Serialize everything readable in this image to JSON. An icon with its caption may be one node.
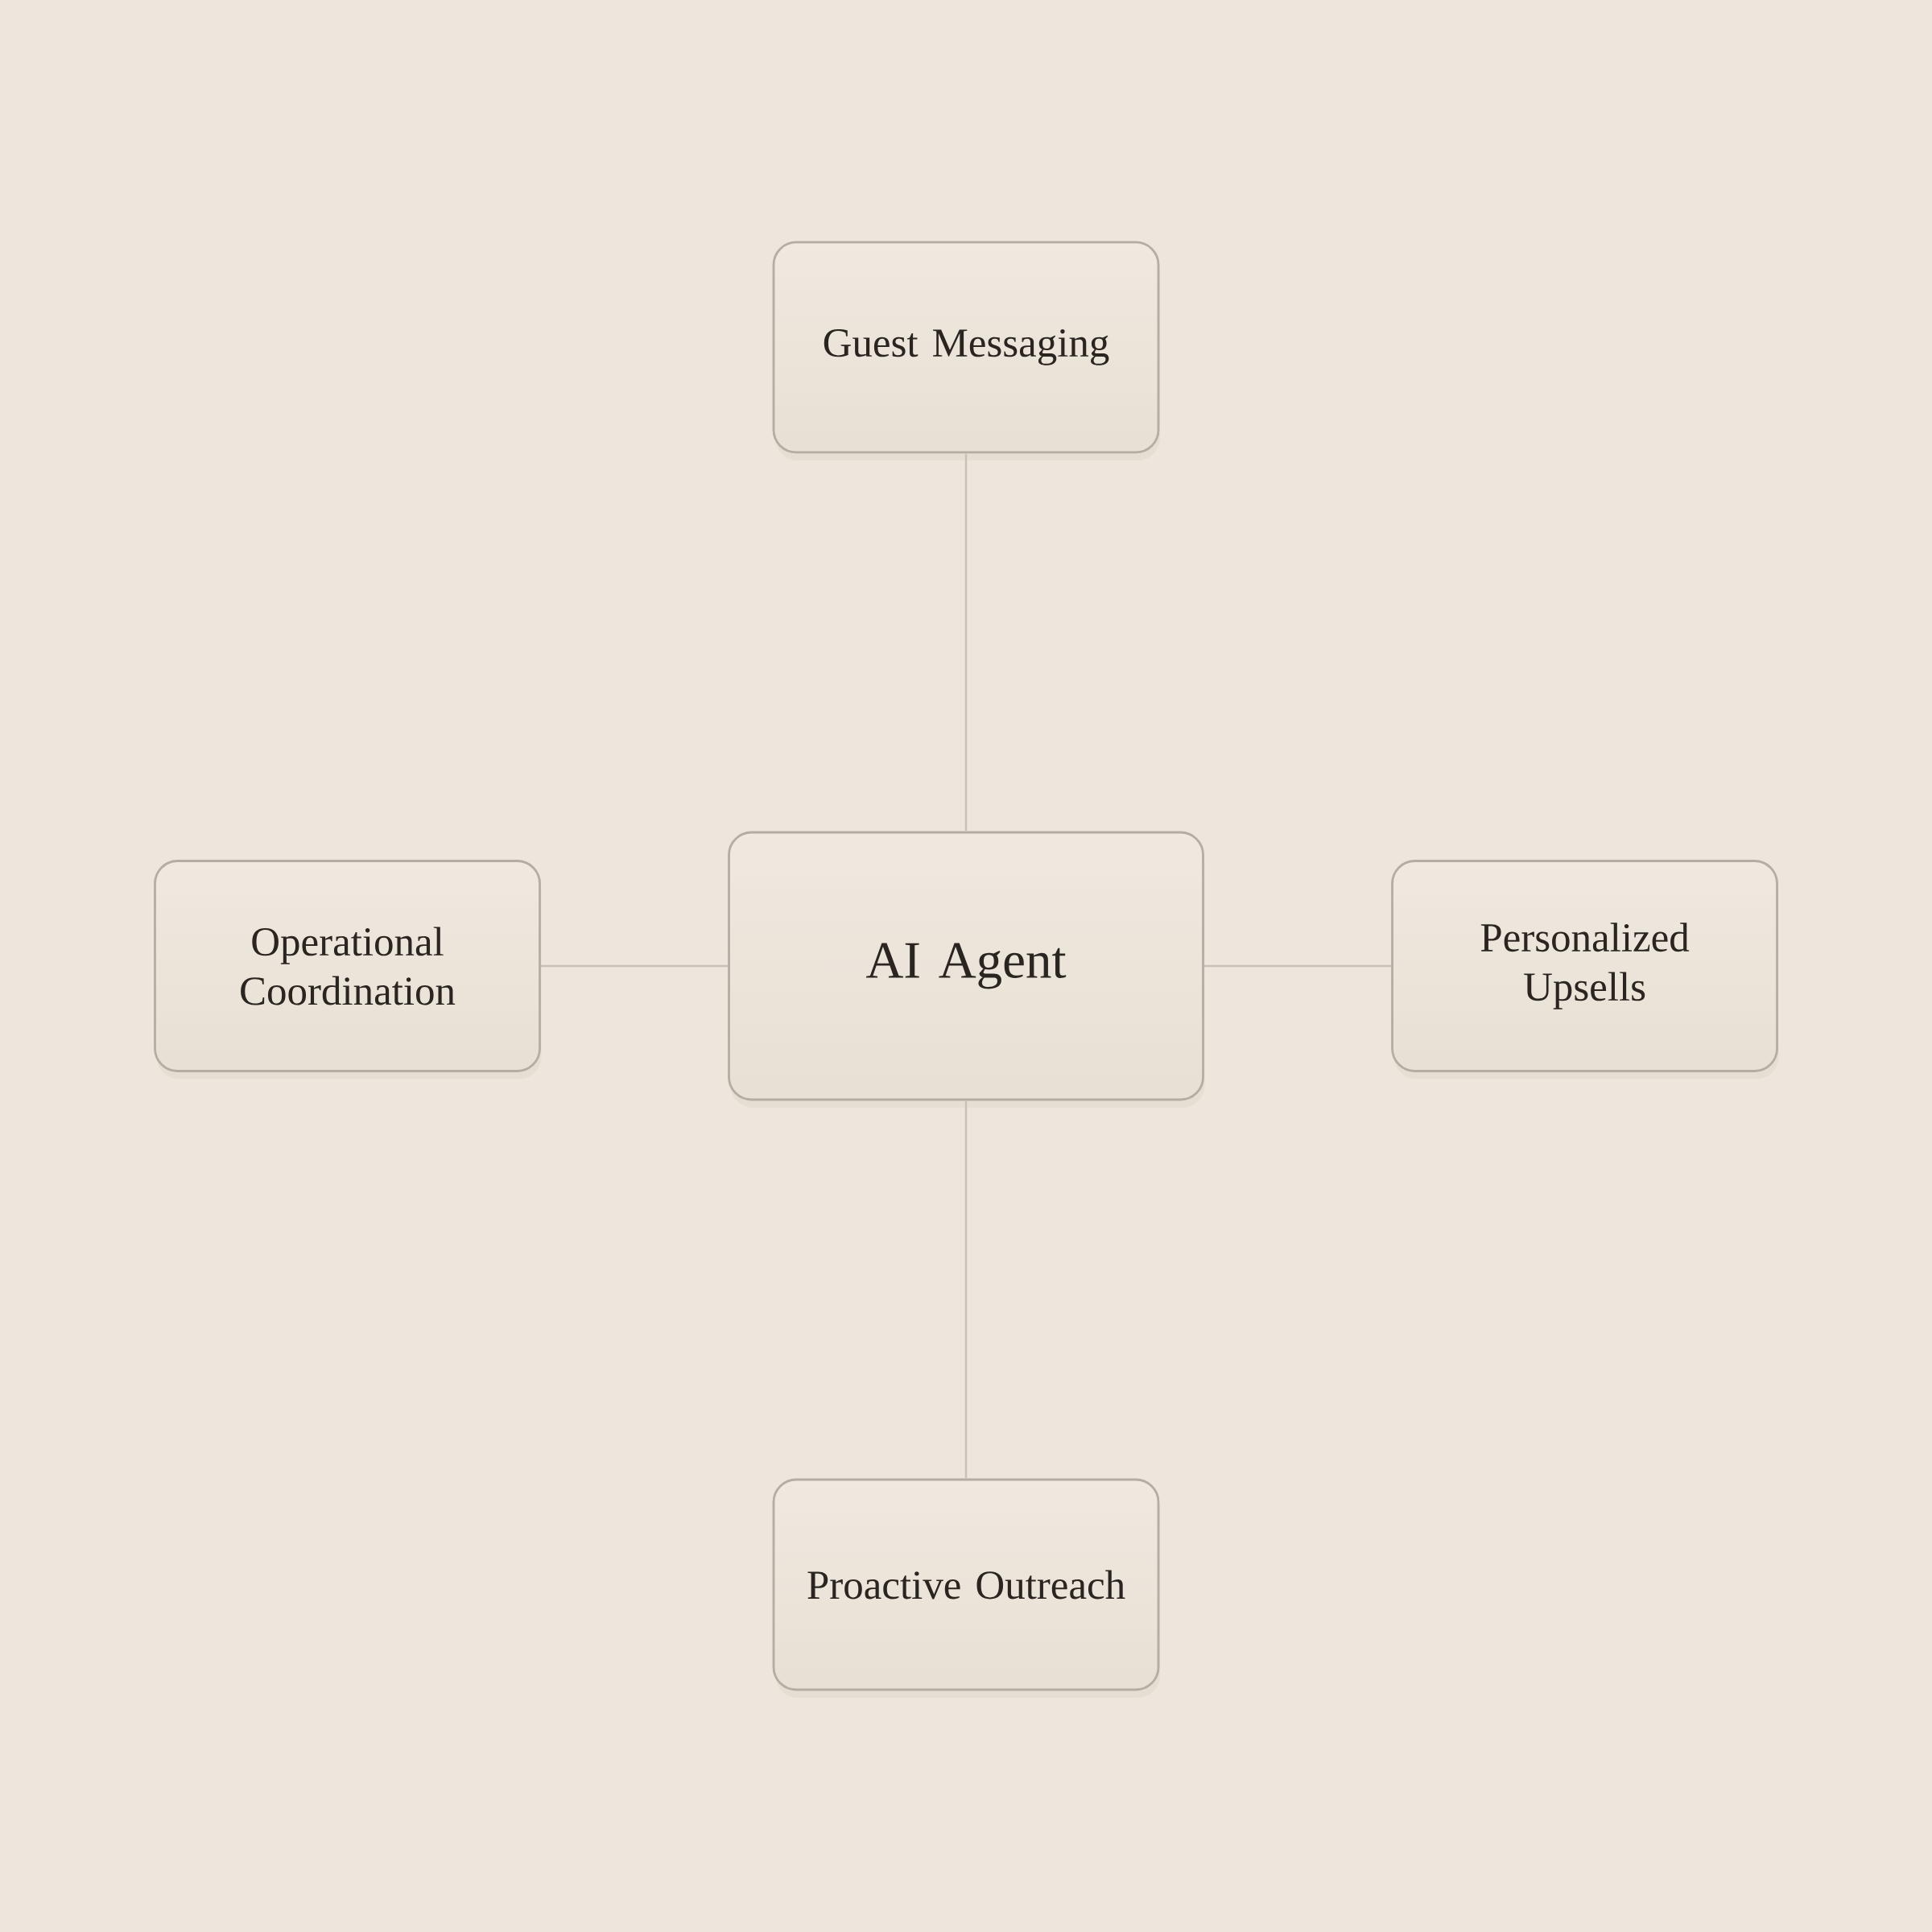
{
  "diagram": {
    "nodes": [
      {
        "text": [
          "Guest Messaging"
        ]
      },
      {
        "text": [
          "Operational Coordination"
        ]
      },
      {
        "text": [
          "AI Agent"
        ]
      },
      {
        "text": [
          "Personalized Upsells"
        ]
      },
      {
        "text": [
          "Proactive Outreach"
        ]
      }
    ],
    "edges": [
      {
        "from": 0,
        "to": 2,
        "arrow": "none"
      },
      {
        "from": 1,
        "to": 2,
        "arrow": "none"
      },
      {
        "from": 2,
        "to": 3,
        "arrow": "none"
      },
      {
        "from": 2,
        "to": 4,
        "arrow": "none"
      }
    ]
  }
}
